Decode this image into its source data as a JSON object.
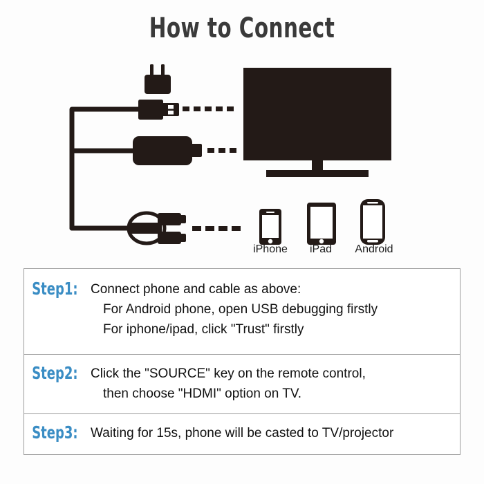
{
  "page": {
    "title": "How to Connect",
    "background_color": "#fdfdfd",
    "ink_color": "#231a17",
    "accent_color": "#3a8dc4",
    "border_color": "#9a9a9a"
  },
  "diagram": {
    "name": "hdmi-cable-connection-diagram",
    "parts": {
      "power_adapter": "power-adapter-plug",
      "usb_connector": "usb-a-connector",
      "dongle": "hdmi-dongle-body",
      "splitter": "cable-splitter-fork",
      "tv": "television-with-stand",
      "cable": "cable-trunk"
    },
    "devices": [
      {
        "id": "iphone",
        "label": "iPhone",
        "icon": "iphone-icon"
      },
      {
        "id": "ipad",
        "label": "iPad",
        "icon": "ipad-icon"
      },
      {
        "id": "android",
        "label": "Android",
        "icon": "android-phone-icon"
      }
    ],
    "connection_arrows": [
      {
        "id": "usb-to-tv",
        "style": "dashed"
      },
      {
        "id": "dongle-to-tv",
        "style": "dashed"
      },
      {
        "id": "splitter-to-devices",
        "style": "dashed"
      }
    ]
  },
  "steps": [
    {
      "label": "Step1:",
      "lines": [
        {
          "text": "Connect phone and cable as above:",
          "indent": false
        },
        {
          "text": "For Android phone, open USB debugging firstly",
          "indent": true
        },
        {
          "text": "For iphone/ipad, click  \"Trust\" firstly",
          "indent": true
        }
      ]
    },
    {
      "label": "Step2:",
      "lines": [
        {
          "text": "Click the \"SOURCE\" key on the remote control,",
          "indent": false
        },
        {
          "text": "then choose \"HDMI\" option on TV.",
          "indent": true
        }
      ]
    },
    {
      "label": "Step3:",
      "lines": [
        {
          "text": "Waiting for 15s, phone will be casted to TV/projector",
          "indent": false
        }
      ]
    }
  ]
}
